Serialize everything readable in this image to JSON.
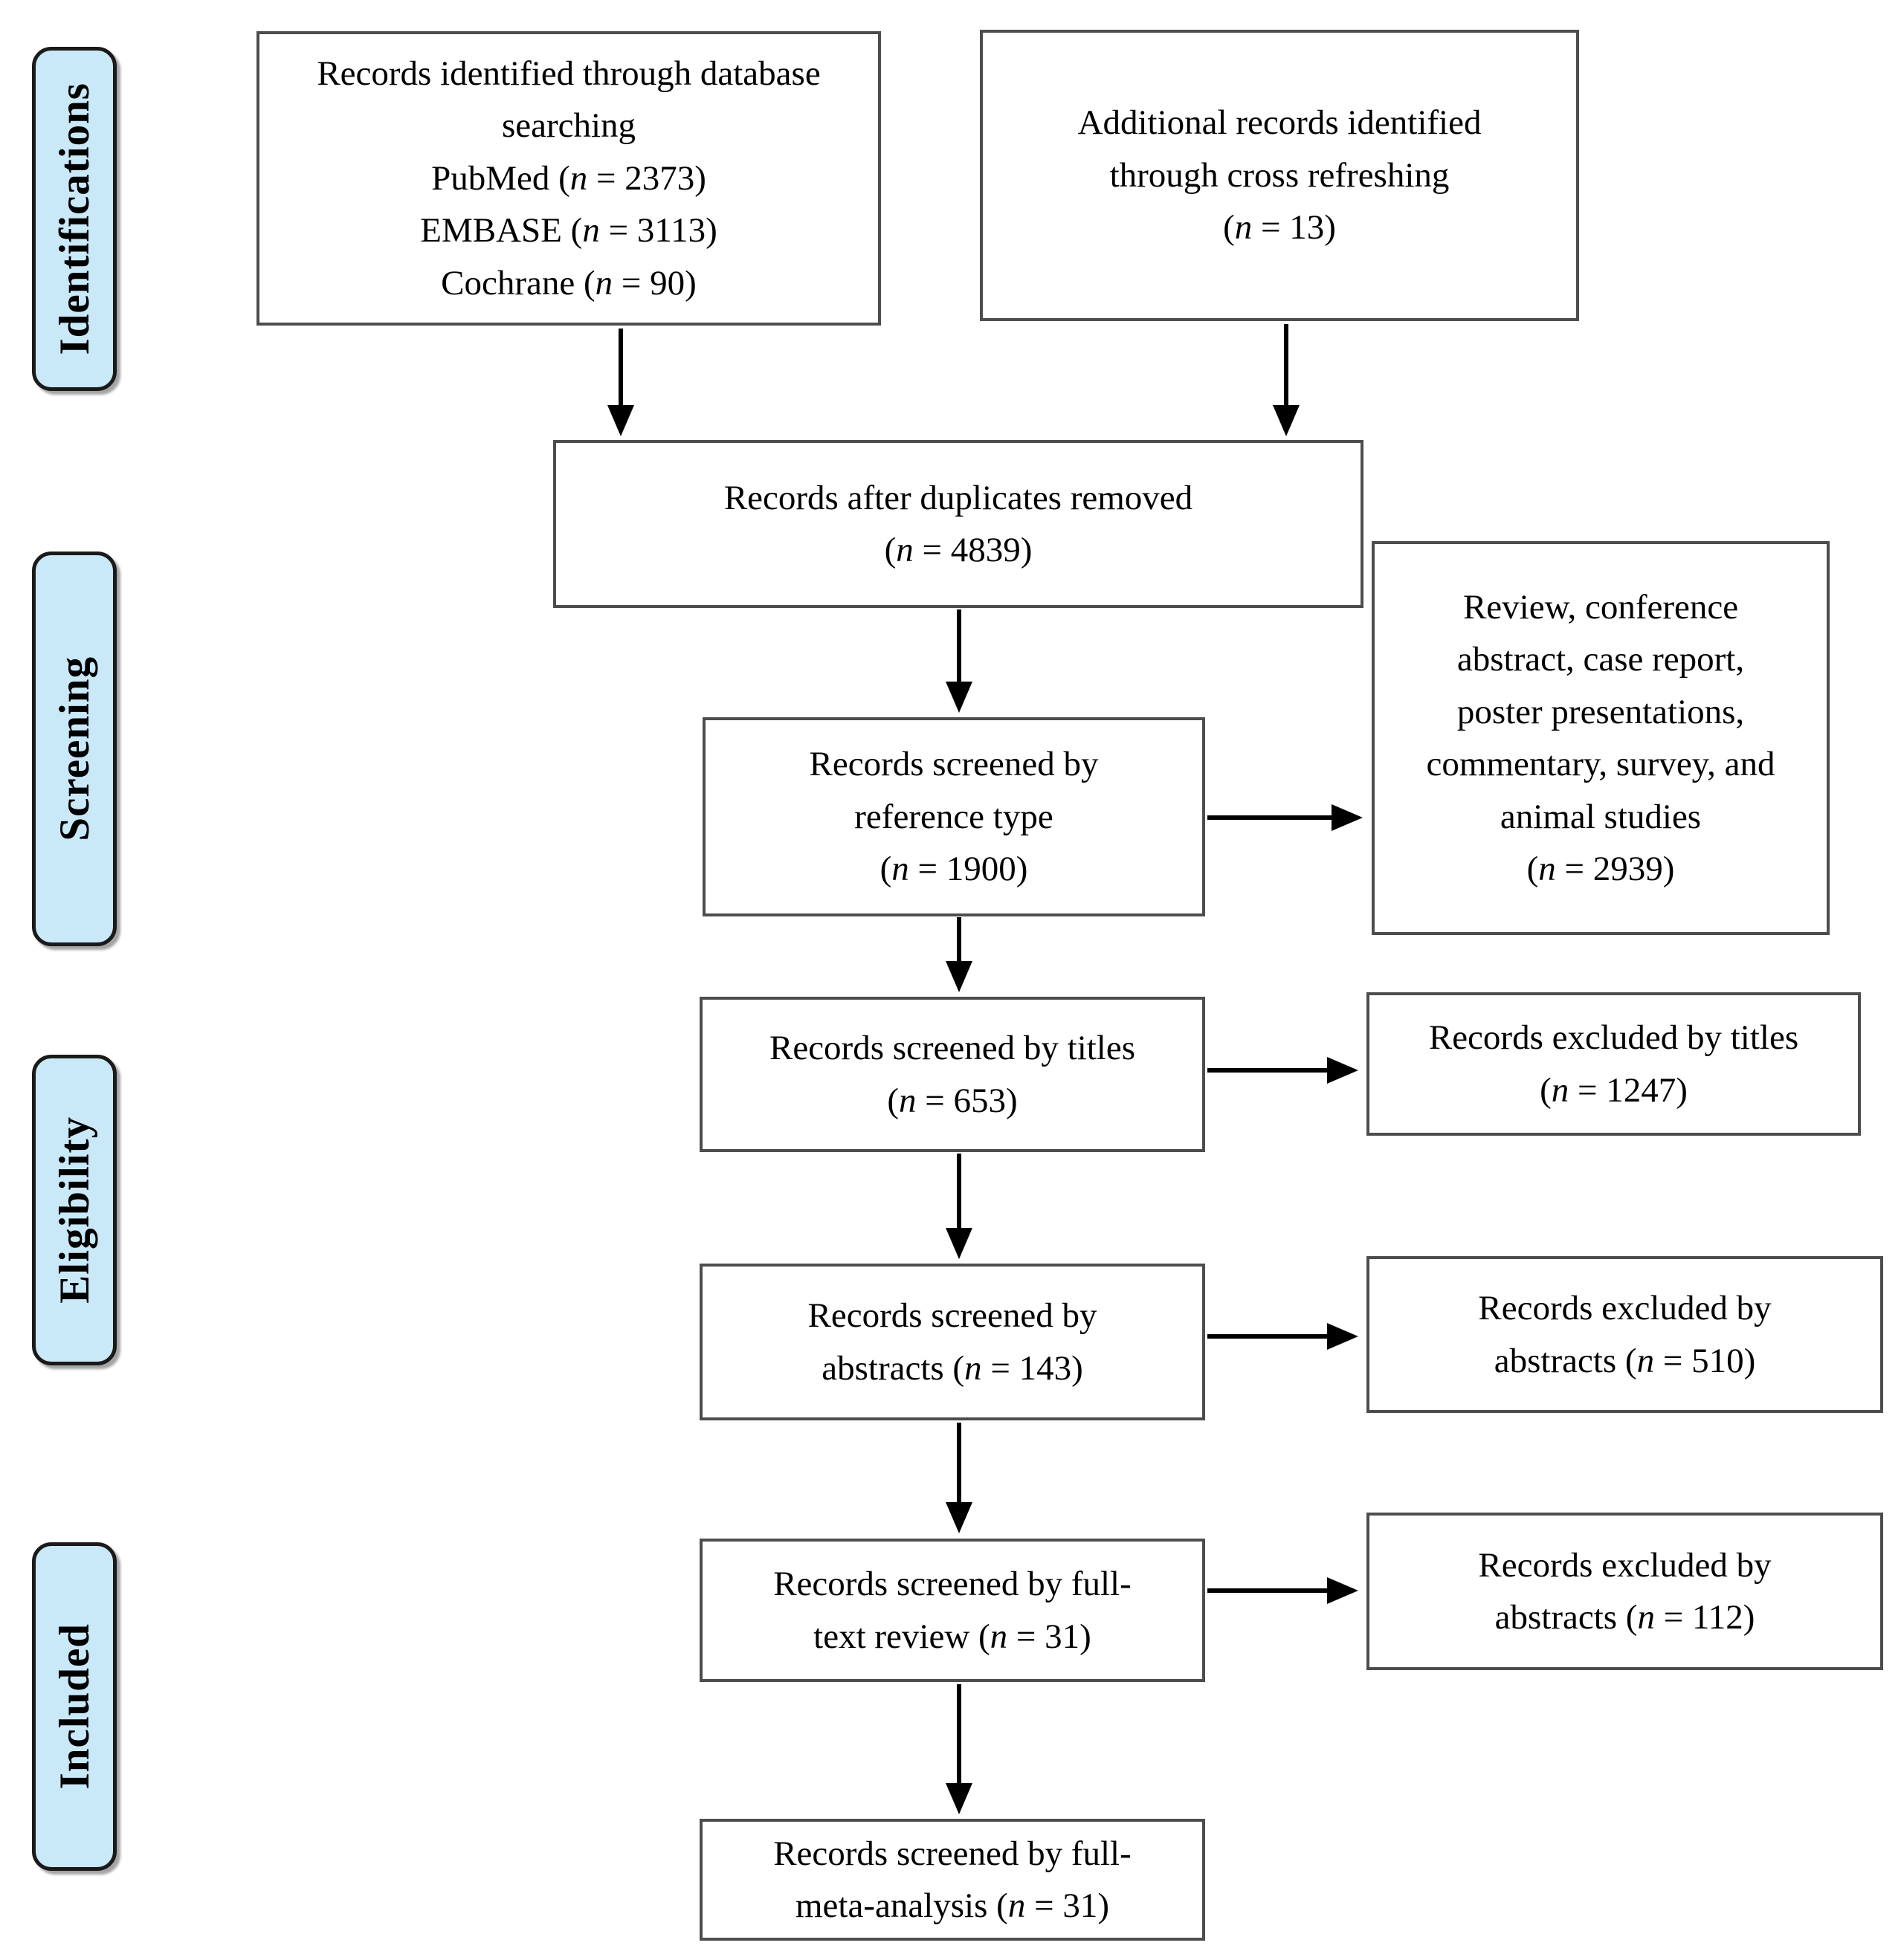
{
  "title": "PRISMA flow diagram",
  "colors": {
    "sidebar_fill": "#c9e8f8",
    "sidebar_border": "#1a1a1a",
    "box_border": "#4d4d4d",
    "arrow": "#000000",
    "text": "#000000",
    "background": "#ffffff"
  },
  "sidebar": {
    "labels": [
      {
        "id": "identifications",
        "text": "Identifications"
      },
      {
        "id": "screening",
        "text": "Screening"
      },
      {
        "id": "eligibility",
        "text": "Eligibility"
      },
      {
        "id": "included",
        "text": "Included"
      }
    ]
  },
  "boxes": {
    "db": {
      "lines": [
        [
          {
            "text": "Records identified through database"
          }
        ],
        [
          {
            "text": "searching"
          }
        ],
        [
          {
            "text": "PubMed ("
          },
          {
            "text": "n",
            "italic": true
          },
          {
            "text": " = 2373)"
          }
        ],
        [
          {
            "text": "EMBASE ("
          },
          {
            "text": "n",
            "italic": true
          },
          {
            "text": " = 3113)"
          }
        ],
        [
          {
            "text": "Cochrane ("
          },
          {
            "text": "n",
            "italic": true
          },
          {
            "text": " = 90)"
          }
        ]
      ]
    },
    "additional": {
      "lines": [
        [
          {
            "text": "Additional records identified"
          }
        ],
        [
          {
            "text": "through cross refreshing"
          }
        ],
        [
          {
            "text": "("
          },
          {
            "text": "n",
            "italic": true
          },
          {
            "text": " = 13)"
          }
        ]
      ]
    },
    "duplicates": {
      "lines": [
        [
          {
            "text": "Records after duplicates removed"
          }
        ],
        [
          {
            "text": "("
          },
          {
            "text": "n",
            "italic": true
          },
          {
            "text": " = 4839)"
          }
        ]
      ]
    },
    "reftype": {
      "lines": [
        [
          {
            "text": "Records screened by"
          }
        ],
        [
          {
            "text": "reference type"
          }
        ],
        [
          {
            "text": "("
          },
          {
            "text": "n",
            "italic": true
          },
          {
            "text": " = 1900)"
          }
        ]
      ]
    },
    "reviews": {
      "lines": [
        [
          {
            "text": "Review, conference"
          }
        ],
        [
          {
            "text": "abstract, case report,"
          }
        ],
        [
          {
            "text": "poster presentations,"
          }
        ],
        [
          {
            "text": "commentary, survey, and"
          }
        ],
        [
          {
            "text": "animal studies"
          }
        ],
        [
          {
            "text": "("
          },
          {
            "text": "n",
            "italic": true
          },
          {
            "text": " = 2939)"
          }
        ]
      ]
    },
    "titles": {
      "lines": [
        [
          {
            "text": "Records screened by titles"
          }
        ],
        [
          {
            "text": "("
          },
          {
            "text": "n",
            "italic": true
          },
          {
            "text": " = 653)"
          }
        ]
      ]
    },
    "excluded_titles": {
      "lines": [
        [
          {
            "text": "Records excluded by titles"
          }
        ],
        [
          {
            "text": "("
          },
          {
            "text": "n",
            "italic": true
          },
          {
            "text": " = 1247)"
          }
        ]
      ]
    },
    "abstracts": {
      "lines": [
        [
          {
            "text": "Records screened by"
          }
        ],
        [
          {
            "text": "abstracts ("
          },
          {
            "text": "n",
            "italic": true
          },
          {
            "text": " = 143)"
          }
        ]
      ]
    },
    "excluded_abstracts": {
      "lines": [
        [
          {
            "text": "Records excluded by"
          }
        ],
        [
          {
            "text": "abstracts ("
          },
          {
            "text": "n",
            "italic": true
          },
          {
            "text": " = 510)"
          }
        ]
      ]
    },
    "fulltext": {
      "lines": [
        [
          {
            "text": "Records screened by full-"
          }
        ],
        [
          {
            "text": "text review ("
          },
          {
            "text": "n",
            "italic": true
          },
          {
            "text": " = 31)"
          }
        ]
      ]
    },
    "excluded_fulltext": {
      "lines": [
        [
          {
            "text": "Records excluded by"
          }
        ],
        [
          {
            "text": "abstracts ("
          },
          {
            "text": "n",
            "italic": true
          },
          {
            "text": " = 112)"
          }
        ]
      ]
    },
    "meta": {
      "lines": [
        [
          {
            "text": "Records screened by full-"
          }
        ],
        [
          {
            "text": "meta-analysis ("
          },
          {
            "text": "n",
            "italic": true
          },
          {
            "text": " = 31)"
          }
        ]
      ]
    }
  }
}
